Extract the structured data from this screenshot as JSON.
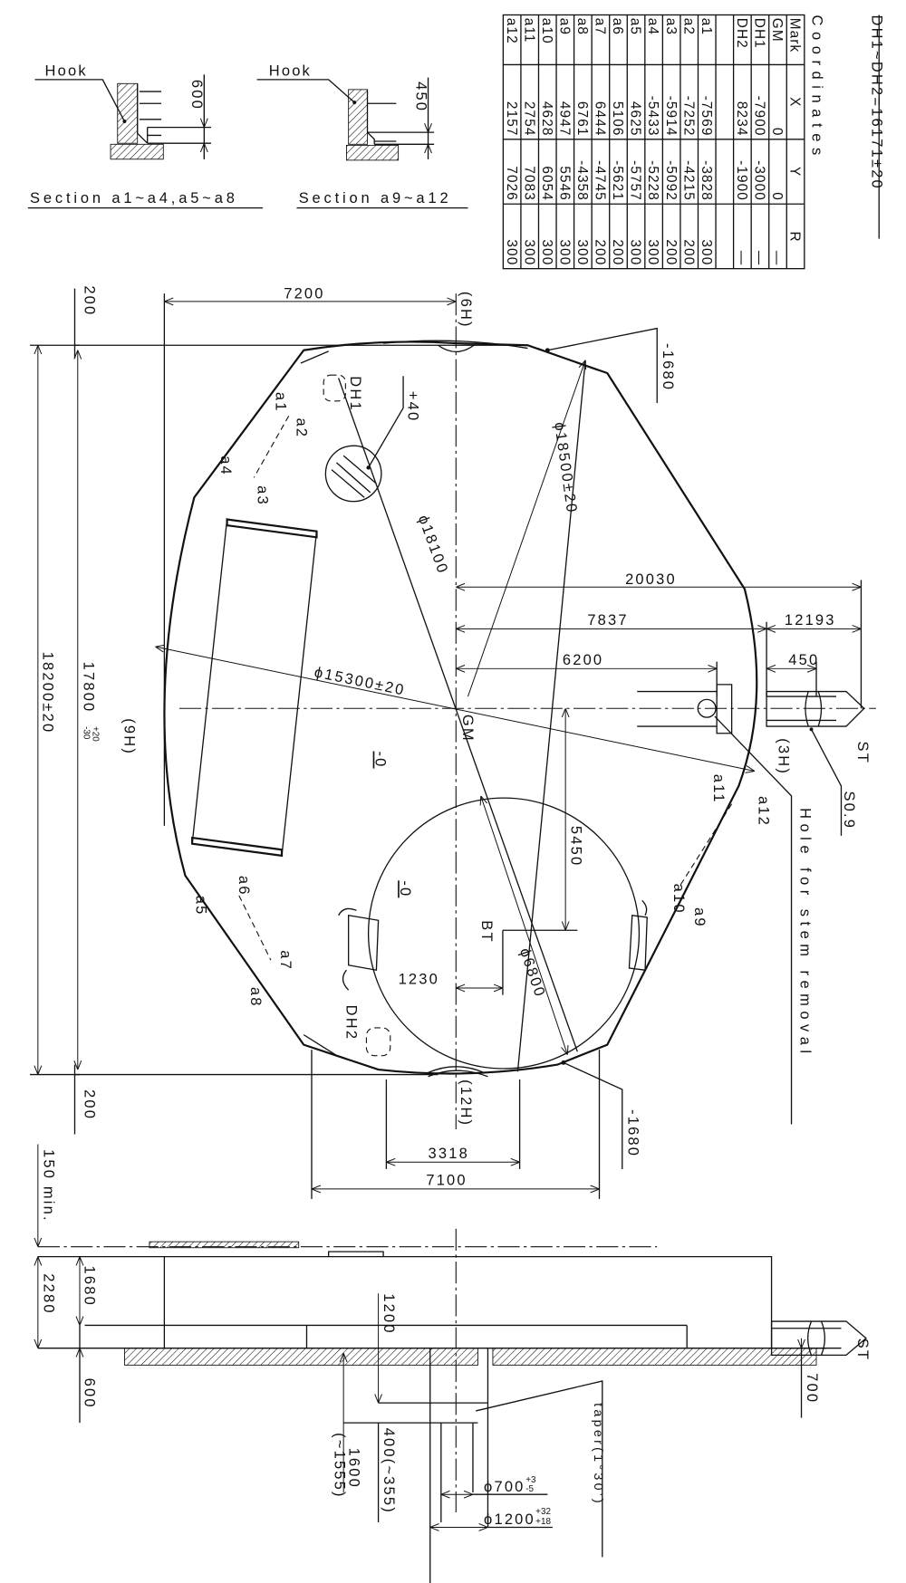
{
  "header": {
    "equation": "DH1~DH2=16171±20",
    "coordinates_title": "Coordinates"
  },
  "table": {
    "columns": [
      "Mark",
      "X",
      "Y",
      "R"
    ],
    "rows": [
      {
        "mark": "GM",
        "x": "0",
        "y": "0",
        "r": "—"
      },
      {
        "mark": "DH1",
        "x": "-7900",
        "y": "-3000",
        "r": "—"
      },
      {
        "mark": "DH2",
        "x": "8234",
        "y": "-1900",
        "r": "—"
      },
      {
        "mark": "",
        "x": "",
        "y": "",
        "r": ""
      },
      {
        "mark": "a1",
        "x": "-7569",
        "y": "-3828",
        "r": "300"
      },
      {
        "mark": "a2",
        "x": "-7252",
        "y": "-4215",
        "r": "200"
      },
      {
        "mark": "a3",
        "x": "-5914",
        "y": "-5092",
        "r": "200"
      },
      {
        "mark": "a4",
        "x": "-5433",
        "y": "-5228",
        "r": "300"
      },
      {
        "mark": "a5",
        "x": "4625",
        "y": "-5757",
        "r": "300"
      },
      {
        "mark": "a6",
        "x": "5106",
        "y": "-5621",
        "r": "200"
      },
      {
        "mark": "a7",
        "x": "6444",
        "y": "-4745",
        "r": "200"
      },
      {
        "mark": "a8",
        "x": "6761",
        "y": "-4358",
        "r": "300"
      },
      {
        "mark": "a9",
        "x": "4947",
        "y": "5546",
        "r": "300"
      },
      {
        "mark": "a10",
        "x": "4628",
        "y": "6054",
        "r": "300"
      },
      {
        "mark": "a11",
        "x": "2754",
        "y": "7083",
        "r": "300"
      },
      {
        "mark": "a12",
        "x": "2157",
        "y": "7026",
        "r": "300"
      }
    ]
  },
  "sections": [
    {
      "title": "Section a1~a4,a5~a8",
      "hook": "Hook",
      "dim": "600"
    },
    {
      "title": "Section a9~a12",
      "hook": "Hook",
      "dim": "450"
    }
  ],
  "plan": {
    "dim_7200": "7200",
    "dim_20030": "20030",
    "dim_7837": "7837",
    "dim_12193": "12193",
    "dim_6200": "6200",
    "dim_450": "450",
    "dim_5450": "5450",
    "dim_1230": "1230",
    "dim_3318": "3318",
    "dim_7100": "7100",
    "dim_200_top": "200",
    "dim_200_bottom": "200",
    "dim_18200": "18200±20",
    "dim_17800": "17800",
    "dim_17800_tol_upper": "+20",
    "dim_17800_tol_lower": "-30",
    "level_top": "-1680",
    "level_bottom": "-1680",
    "level_center1": "-0",
    "level_center2": "-0",
    "level_small_circle": "+40",
    "dia_18500": "ϕ18500±20",
    "dia_18100": "ϕ18100",
    "dia_15300": "ϕ15300±20",
    "dia_6800": "ϕ6800",
    "pos_6h": "(6H)",
    "pos_9h": "(9H)",
    "pos_3h": "(3H)",
    "pos_12h": "(12H)",
    "gm": "GM",
    "bt": "BT",
    "dh1": "DH1",
    "dh2": "DH2",
    "st": "ST",
    "s09": "S0.9",
    "hole_note": "Hole for stem removal",
    "marks": [
      "a1",
      "a2",
      "a3",
      "a4",
      "a5",
      "a6",
      "a7",
      "a8",
      "a9",
      "a10",
      "a11",
      "a12"
    ]
  },
  "elevation": {
    "dim_150": "150 min.",
    "dim_2280": "2280",
    "dim_1680": "1680",
    "dim_600": "600",
    "dim_1200": "1200",
    "dim_1600": "1600",
    "dim_1555": "(~1555)",
    "dim_400": "400(~355)",
    "dim_700": "700",
    "dia_700": "ϕ700",
    "dia_700_tol_upper": "+3",
    "dia_700_tol_lower": "-5",
    "dia_1200": "ϕ1200",
    "dia_1200_tol_upper": "+32",
    "dia_1200_tol_lower": "+18",
    "taper": "taper(1°30')",
    "st": "ST"
  }
}
